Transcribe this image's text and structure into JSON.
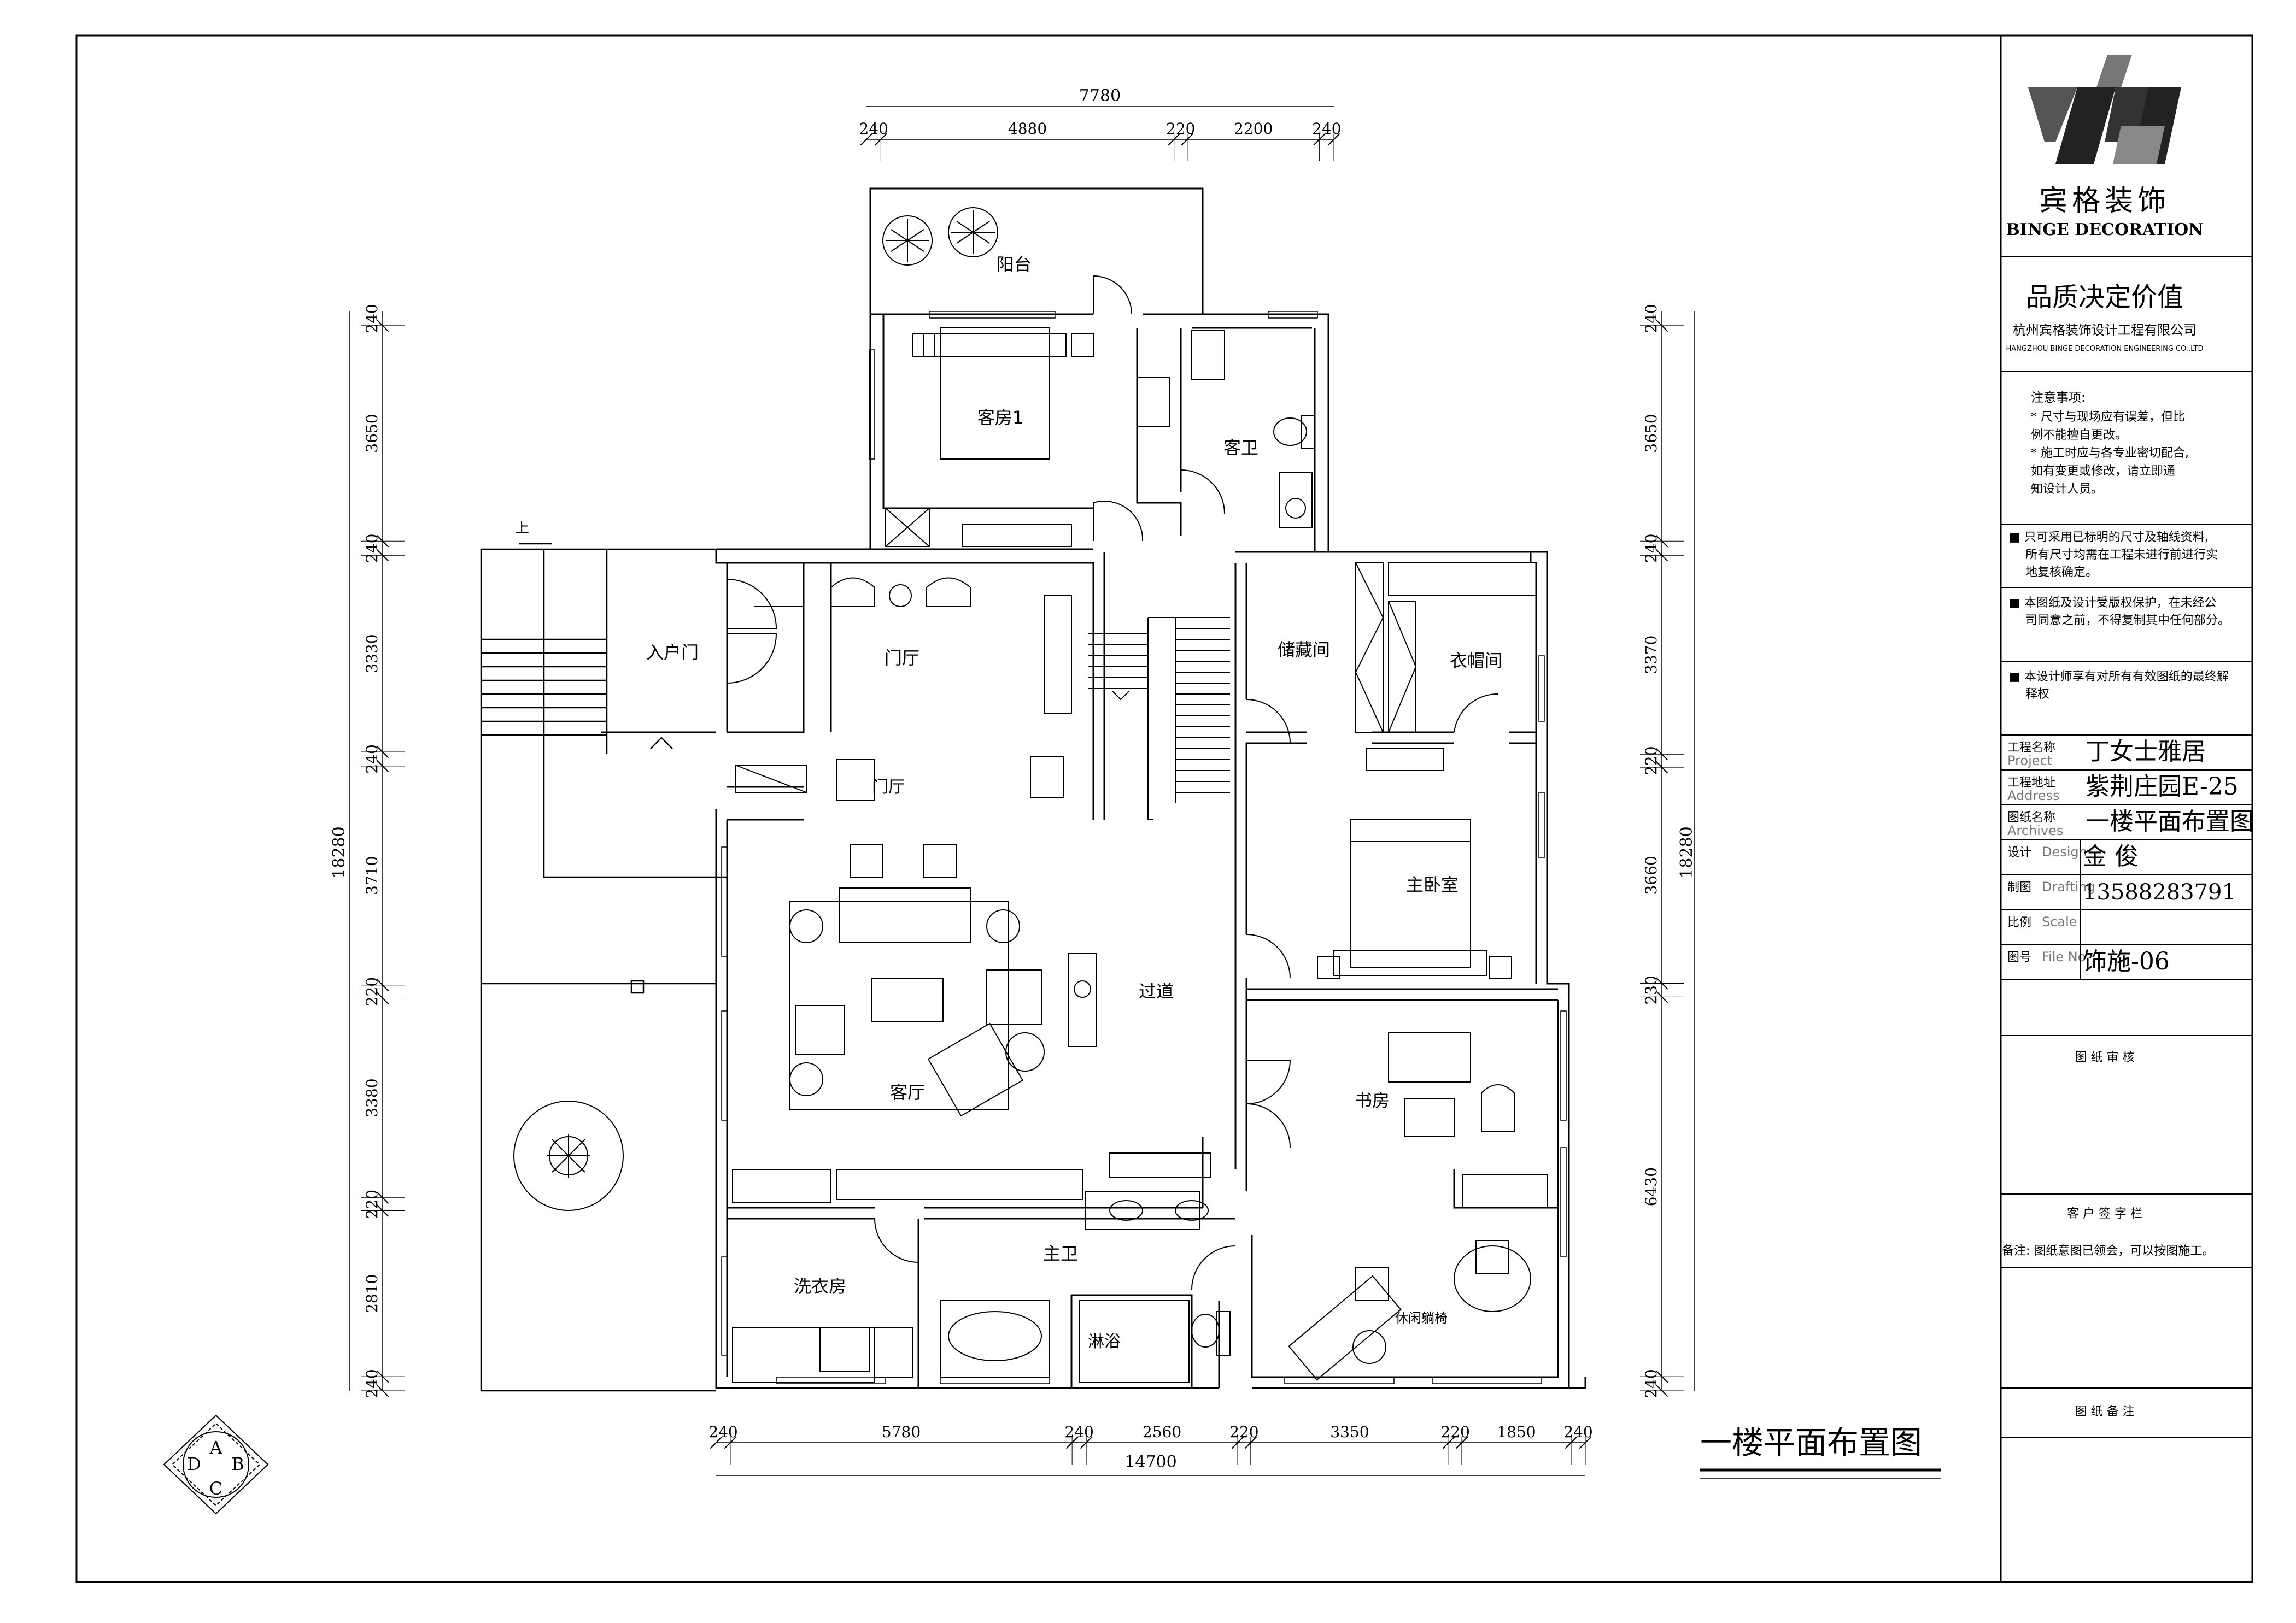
{
  "drawing_title": "一楼平面布置图",
  "rooms": {
    "balcony": "阳台",
    "guest_room": "客房1",
    "guest_bath": "客卫",
    "entry_door": "入户门",
    "foyer": "门厅",
    "foyer_small": "门厅",
    "storage": "储藏间",
    "wardrobe": "衣帽间",
    "master_bedroom": "主卧室",
    "corridor": "过道",
    "living_room": "客厅",
    "study": "书房",
    "master_bath": "主卫",
    "laundry": "洗衣房",
    "shower": "淋浴",
    "lounge_chair": "休闲躺椅",
    "stair_up": "上"
  },
  "dimensions": {
    "top_total": "7780",
    "top": [
      "240",
      "4880",
      "220",
      "2200",
      "240"
    ],
    "bottom_total": "14700",
    "bottom": [
      "240",
      "5780",
      "240",
      "2560",
      "220",
      "3350",
      "220",
      "1850",
      "240"
    ],
    "left_total": "18280",
    "left": [
      "240",
      "3650",
      "240",
      "3330",
      "240",
      "3710",
      "220",
      "3380",
      "220",
      "2810",
      "240"
    ],
    "right_total": "18280",
    "right": [
      "240",
      "3650",
      "240",
      "3370",
      "220",
      "3660",
      "230",
      "6430",
      "240"
    ]
  },
  "title_block": {
    "company_name": "宾格装饰",
    "company_en": "BINGE DECORATION",
    "slogan": "品质决定价值",
    "company_full": "杭州宾格装饰设计工程有限公司",
    "company_full_en": "HANGZHOU BINGE DECORATION ENGINEERING CO.,LTD",
    "notes_heading": "注意事项:",
    "notes": [
      "* 尺寸与现场应有误差，但比",
      "  例不能擅自更改。",
      "* 施工时应与各专业密切配合,",
      "  如有变更或修改，请立即通",
      "  知设计人员。"
    ],
    "rules": [
      [
        "■ 只可采用已标明的尺寸及轴线资料,",
        "所有尺寸均需在工程未进行前进行实",
        "地复核确定。"
      ],
      [
        "■ 本图纸及设计受版权保护，在未经公",
        "司同意之前，不得复制其中任何部分。"
      ],
      [
        "■ 本设计师享有对所有有效图纸的最终解",
        "释权"
      ]
    ],
    "fields": [
      {
        "label": "工程名称",
        "label_en": "Project",
        "value": "丁女士雅居"
      },
      {
        "label": "工程地址",
        "label_en": "Address",
        "value": "紫荆庄园E-25"
      },
      {
        "label": "图纸名称",
        "label_en": "Archives",
        "value": "一楼平面布置图"
      },
      {
        "label": "设计",
        "label_en": "Design",
        "value": "金 俊"
      },
      {
        "label": "制图",
        "label_en": "Drafting",
        "value": "13588283791"
      },
      {
        "label": "比例",
        "label_en": "Scale",
        "value": ""
      },
      {
        "label": "图号",
        "label_en": "File No.",
        "value": "饰施-06"
      }
    ],
    "review": "图 纸 审 核",
    "client_sign": "客 户 签 字 栏",
    "remark": "备注: 图纸意图已领会，可以按图施工。",
    "drawing_notes": "图 纸 备 注"
  },
  "compass": [
    "A",
    "B",
    "C",
    "D"
  ]
}
